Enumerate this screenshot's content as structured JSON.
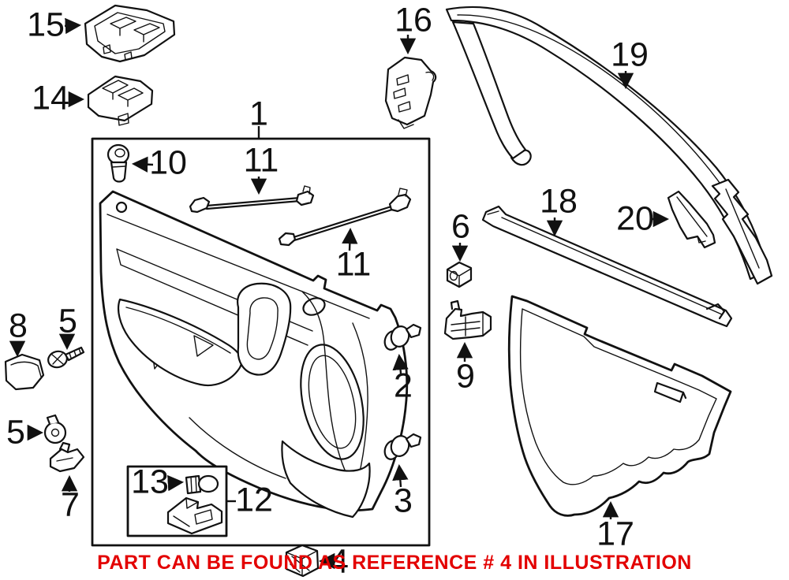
{
  "diagram": {
    "kind": "exploded-parts-illustration",
    "subject": "front-door-interior-trim-components",
    "background": "#ffffff",
    "line_color": "#111111"
  },
  "caption": {
    "text": "PART CAN BE FOUND AS REFERENCE # 4 IN ILLUSTRATION",
    "color": "#e30000"
  },
  "labels": [
    {
      "ref": "15"
    },
    {
      "ref": "14"
    },
    {
      "ref": "1"
    },
    {
      "ref": "10"
    },
    {
      "ref": "11"
    },
    {
      "ref": "11"
    },
    {
      "ref": "16"
    },
    {
      "ref": "19"
    },
    {
      "ref": "18"
    },
    {
      "ref": "20"
    },
    {
      "ref": "6"
    },
    {
      "ref": "9"
    },
    {
      "ref": "2"
    },
    {
      "ref": "3"
    },
    {
      "ref": "8"
    },
    {
      "ref": "5"
    },
    {
      "ref": "5"
    },
    {
      "ref": "7"
    },
    {
      "ref": "13"
    },
    {
      "ref": "12"
    },
    {
      "ref": "4"
    },
    {
      "ref": "17"
    }
  ],
  "parts": [
    {
      "ref": "1",
      "shape": "door-trim-panel-in-box"
    },
    {
      "ref": "2",
      "shape": "push-pin-retainer"
    },
    {
      "ref": "3",
      "shape": "push-pin-retainer"
    },
    {
      "ref": "4",
      "shape": "retainer-clip"
    },
    {
      "ref": "5",
      "shape": "screw-and-grommet"
    },
    {
      "ref": "6",
      "shape": "square-clip-nut"
    },
    {
      "ref": "7",
      "shape": "spring-clip"
    },
    {
      "ref": "8",
      "shape": "end-cap"
    },
    {
      "ref": "9",
      "shape": "bracket"
    },
    {
      "ref": "10",
      "shape": "grommet-plug"
    },
    {
      "ref": "11",
      "shape": "latch-link-rod"
    },
    {
      "ref": "12",
      "shape": "courtesy-lamp"
    },
    {
      "ref": "13",
      "shape": "bulb"
    },
    {
      "ref": "14",
      "shape": "window-switch"
    },
    {
      "ref": "15",
      "shape": "switch-bezel"
    },
    {
      "ref": "16",
      "shape": "side-switch"
    },
    {
      "ref": "17",
      "shape": "water-shield-panel"
    },
    {
      "ref": "18",
      "shape": "belt-line-molding"
    },
    {
      "ref": "19",
      "shape": "glass-run-weatherstrip"
    },
    {
      "ref": "20",
      "shape": "sash-trim-piece"
    }
  ]
}
